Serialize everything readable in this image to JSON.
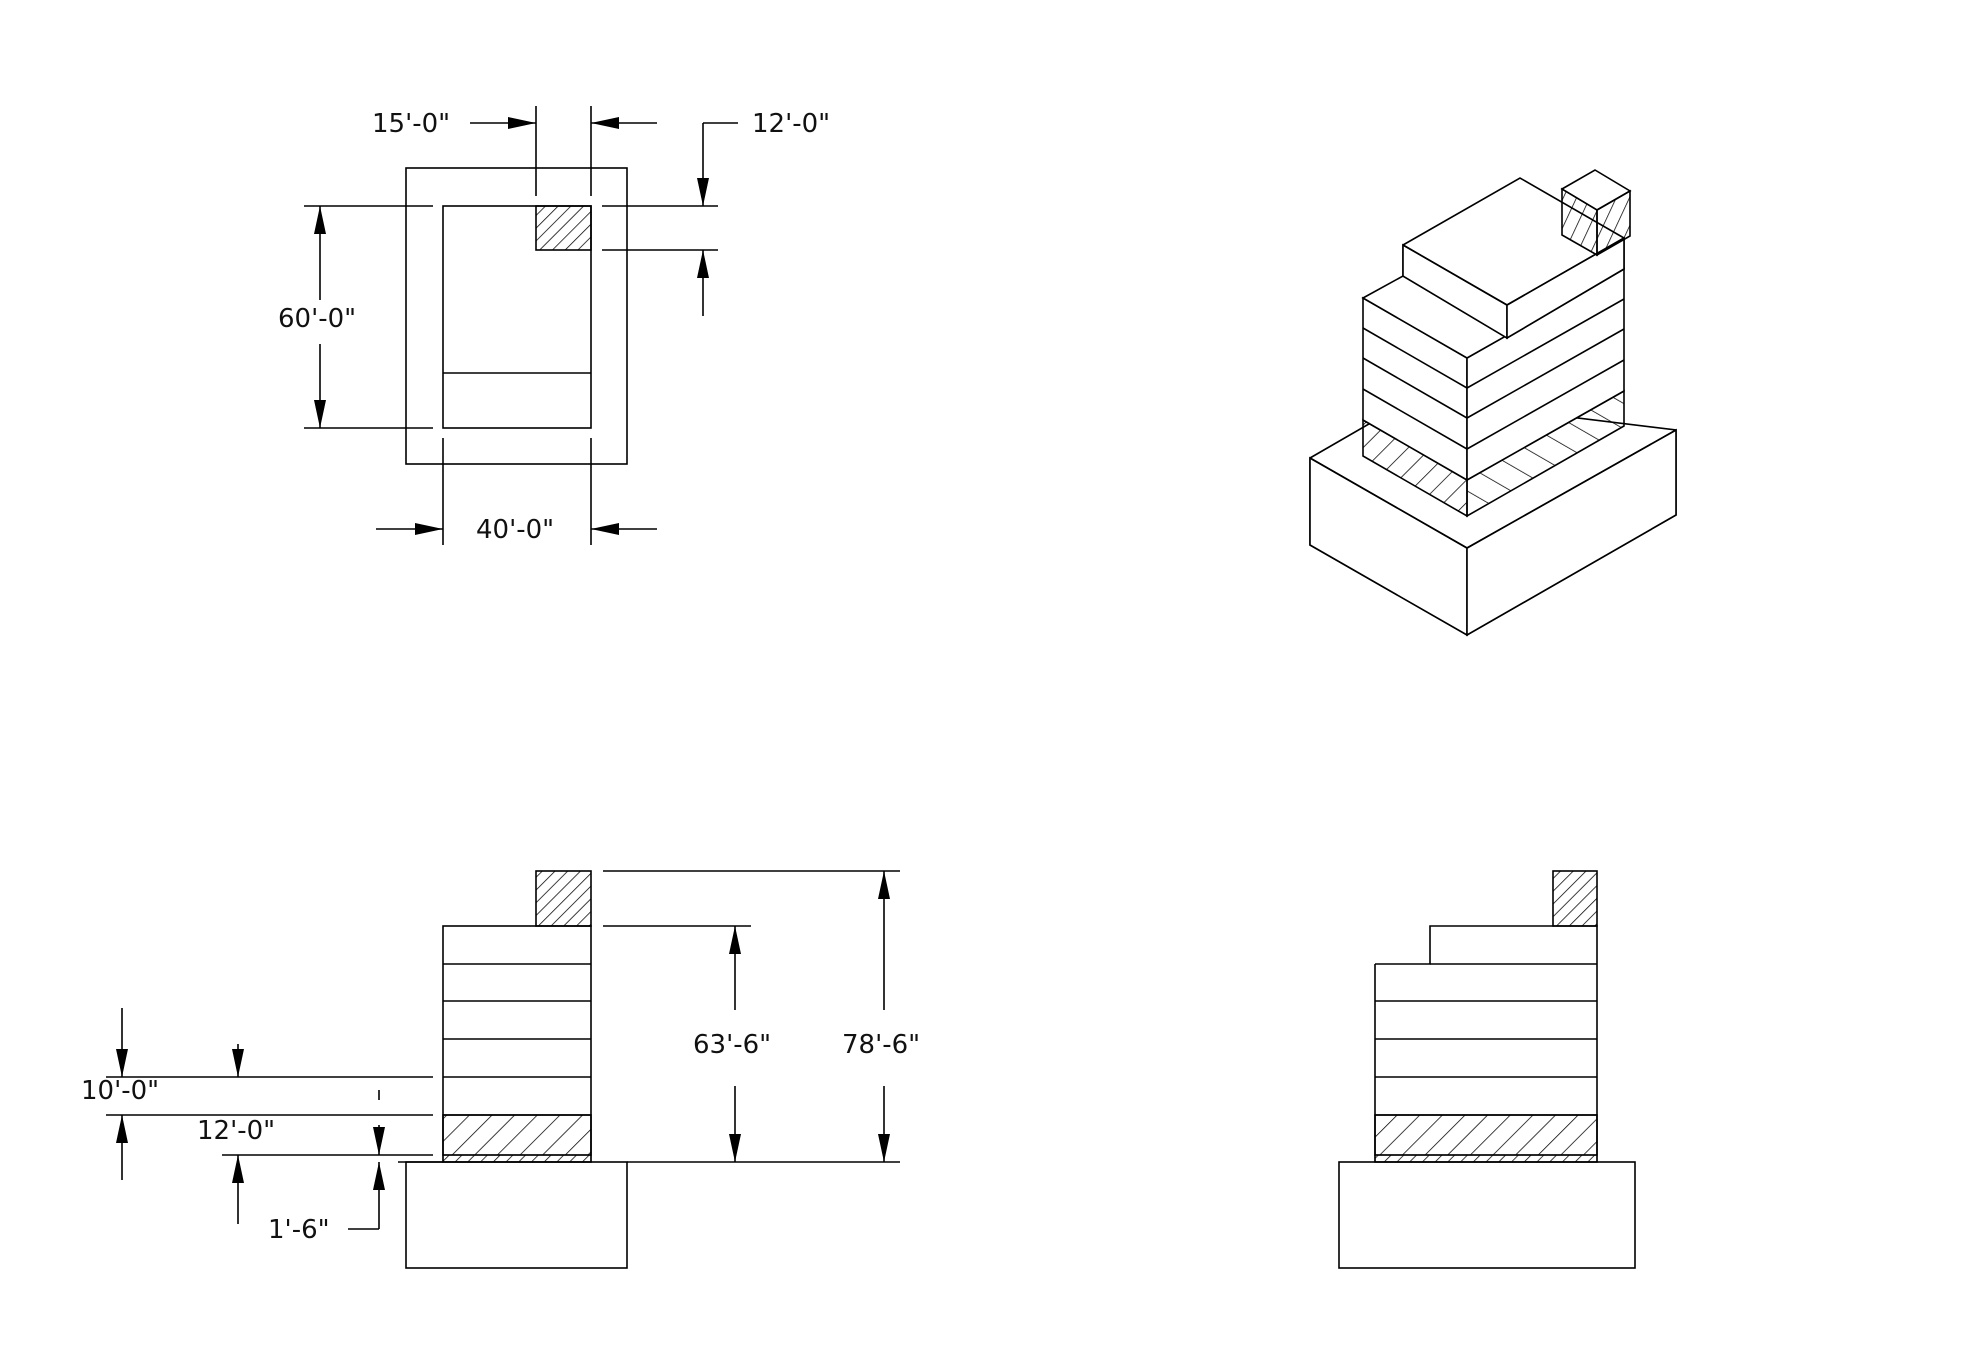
{
  "plan_view": {
    "dim_tower_width": "15'-0\"",
    "dim_tower_depth": "12'-0\"",
    "dim_building_depth": "60'-0\"",
    "dim_building_width": "40'-0\""
  },
  "front_elevation": {
    "dim_floor_height": "10'-0\"",
    "dim_ground_floor_height": "12'-0\"",
    "dim_plinth_height": "1'-6\"",
    "dim_roof_height": "63'-6\"",
    "dim_total_height": "78'-6\""
  },
  "colors": {
    "line": "#000000",
    "background": "#ffffff"
  }
}
